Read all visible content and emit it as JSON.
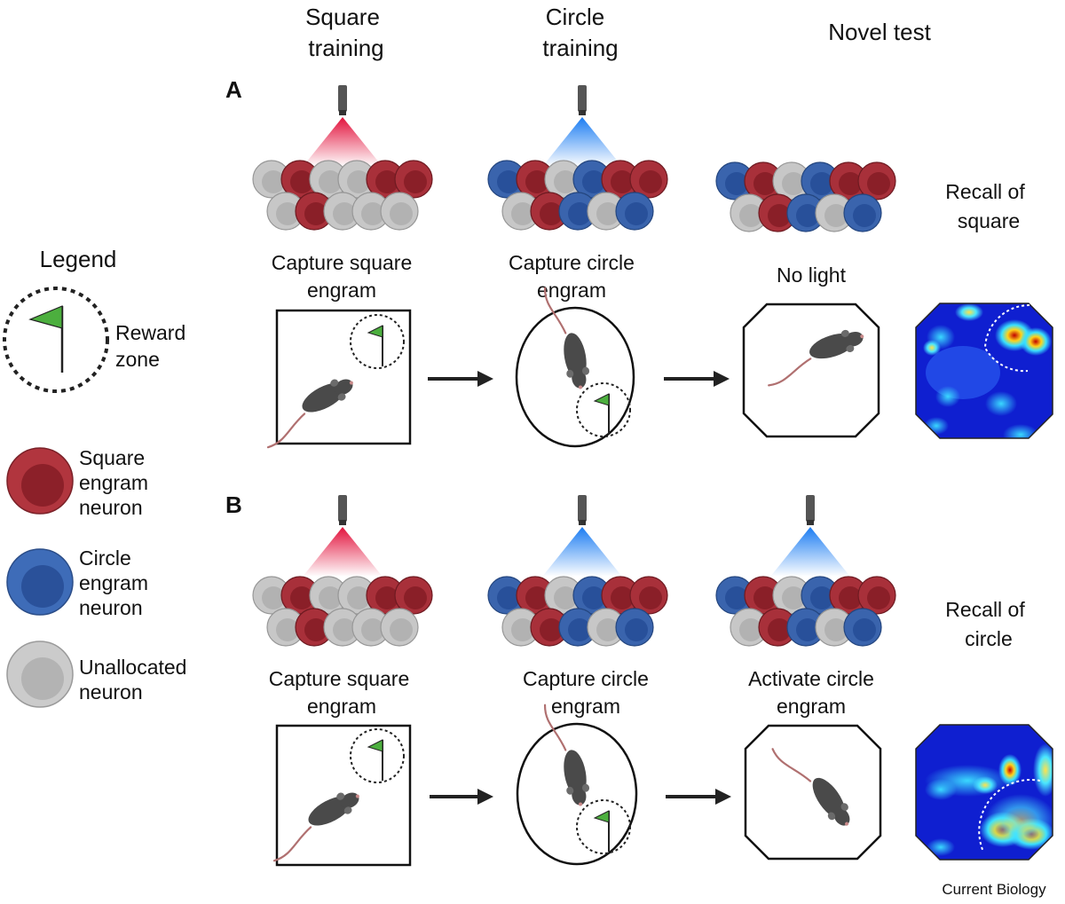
{
  "columns": {
    "square": [
      "Square",
      "training"
    ],
    "circle": [
      "Circle",
      "training"
    ],
    "novel": "Novel test"
  },
  "panels": {
    "a": {
      "letter": "A",
      "cap1": [
        "Capture square",
        "engram"
      ],
      "cap2": [
        "Capture circle",
        "engram"
      ],
      "cap3": "No light",
      "recall": [
        "Recall of",
        "square"
      ]
    },
    "b": {
      "letter": "B",
      "cap1": [
        "Capture square",
        "engram"
      ],
      "cap2": [
        "Capture circle",
        "engram"
      ],
      "cap3": [
        "Activate circle",
        "engram"
      ],
      "recall": [
        "Recall of",
        "circle"
      ]
    }
  },
  "legend": {
    "title": "Legend",
    "reward": [
      "Reward",
      "zone"
    ],
    "square_neuron": [
      "Square",
      "engram",
      "neuron"
    ],
    "circle_neuron": [
      "Circle",
      "engram",
      "neuron"
    ],
    "unallocated_neuron": [
      "Unallocated",
      "neuron"
    ]
  },
  "credit": "Current Biology",
  "colors": {
    "square_engram": "#a8303a",
    "circle_engram": "#3a64ad",
    "unallocated": "#c7c7c7",
    "red_light": "#e5143f",
    "blue_light": "#1f7ef0",
    "flag": "#4caf3e"
  }
}
